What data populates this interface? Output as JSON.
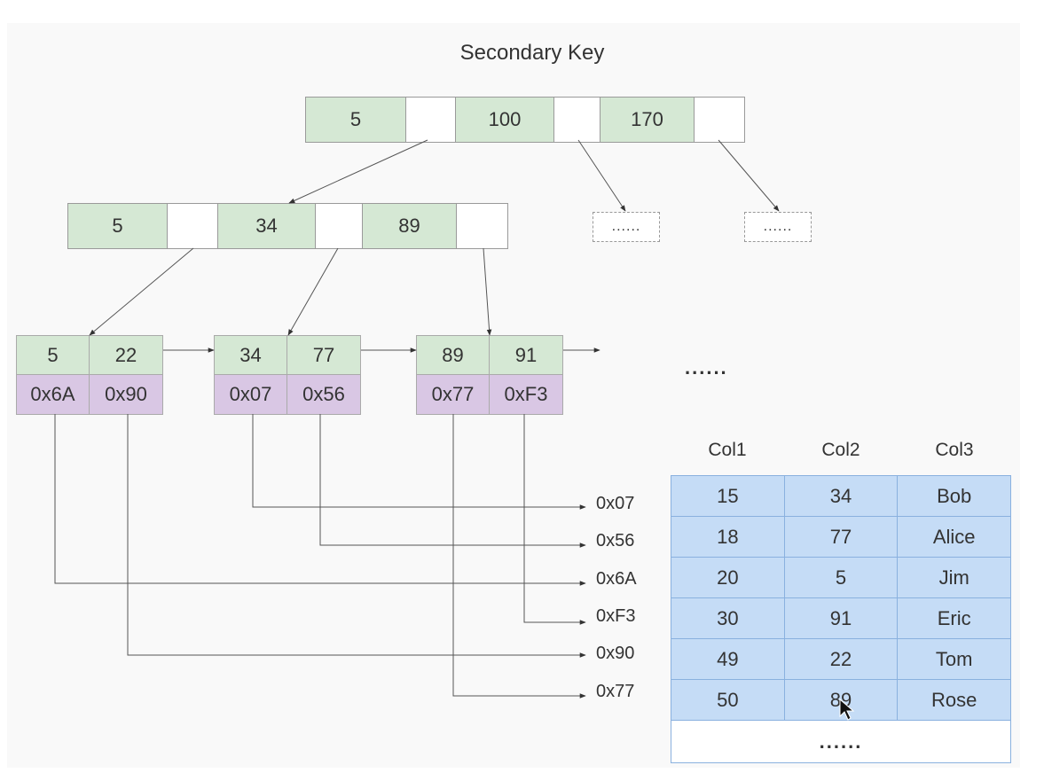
{
  "title": "Secondary Key",
  "root": {
    "keys": [
      "5",
      "100",
      "170"
    ]
  },
  "internal": {
    "keys": [
      "5",
      "34",
      "89"
    ]
  },
  "ellipsis_boxes": [
    "......",
    "......"
  ],
  "leaves": [
    {
      "keys": [
        "5",
        "22"
      ],
      "ptrs": [
        "0x6A",
        "0x90"
      ]
    },
    {
      "keys": [
        "34",
        "77"
      ],
      "ptrs": [
        "0x07",
        "0x56"
      ]
    },
    {
      "keys": [
        "89",
        "91"
      ],
      "ptrs": [
        "0x77",
        "0xF3"
      ]
    }
  ],
  "leaf_more": "......",
  "addresses": [
    "0x07",
    "0x56",
    "0x6A",
    "0xF3",
    "0x90",
    "0x77"
  ],
  "table": {
    "columns": [
      "Col1",
      "Col2",
      "Col3"
    ],
    "rows": [
      [
        "15",
        "34",
        "Bob"
      ],
      [
        "18",
        "77",
        "Alice"
      ],
      [
        "20",
        "5",
        "Jim"
      ],
      [
        "30",
        "91",
        "Eric"
      ],
      [
        "49",
        "22",
        "Tom"
      ],
      [
        "50",
        "89",
        "Rose"
      ]
    ],
    "more": "......"
  }
}
